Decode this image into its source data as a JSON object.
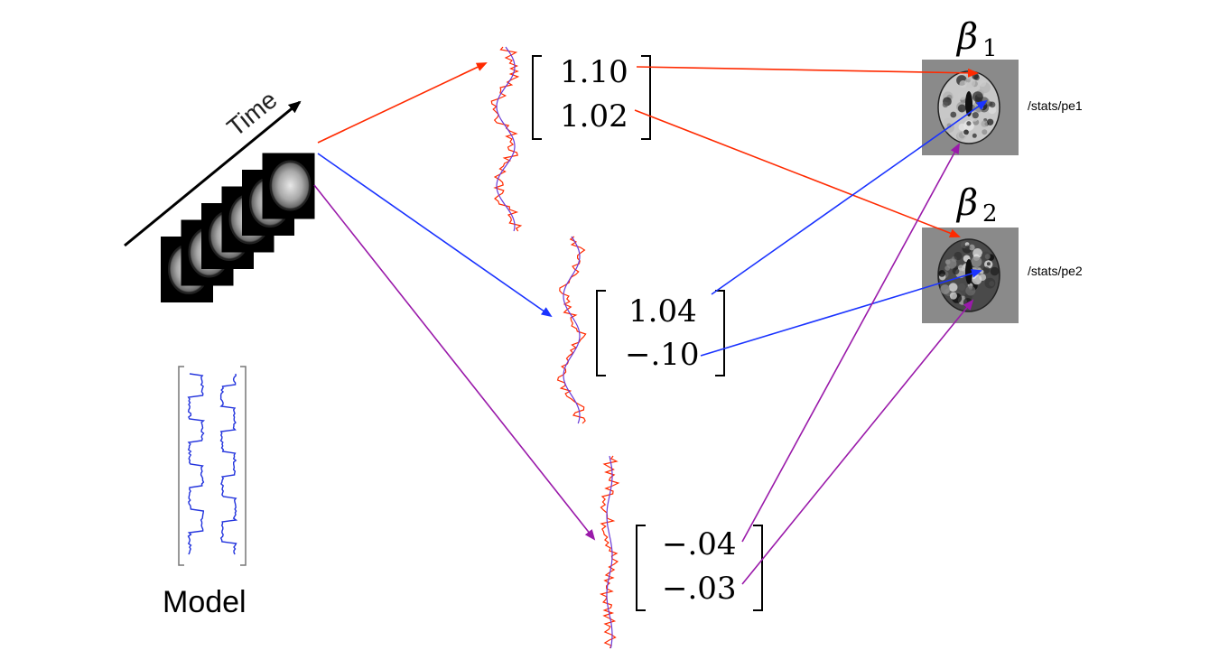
{
  "time_label": "Time",
  "model_label": "Model",
  "voxel_fits": [
    {
      "values": [
        "1.10",
        "1.02"
      ]
    },
    {
      "values": [
        "1.04",
        "−.10"
      ]
    },
    {
      "values": [
        "−.04",
        "−.03"
      ]
    }
  ],
  "betas": [
    {
      "symbol": "β",
      "subscript": "1",
      "path": "/stats/pe1"
    },
    {
      "symbol": "β",
      "subscript": "2",
      "path": "/stats/pe2"
    }
  ],
  "colors": {
    "voxel1": "#ff2a00",
    "voxel2": "#1a33ff",
    "voxel3": "#9a1aaa",
    "model_trace": "#2233dd",
    "fit_trace": "#6a3bd8"
  }
}
